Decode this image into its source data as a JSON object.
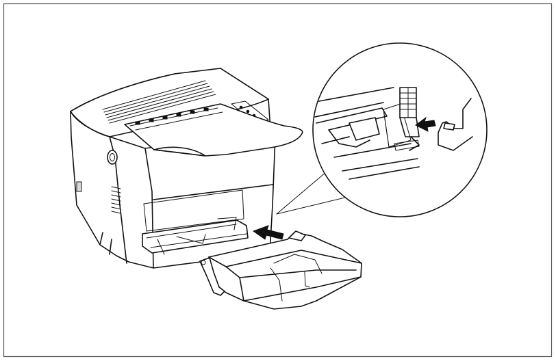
{
  "figure": {
    "background": "#ffffff",
    "line_color": "#111111",
    "frame_color": "#555555",
    "components": [
      "printer",
      "output-tray",
      "paper-cassette",
      "insert-arrow",
      "magnified-detail",
      "detail-arrow"
    ]
  }
}
